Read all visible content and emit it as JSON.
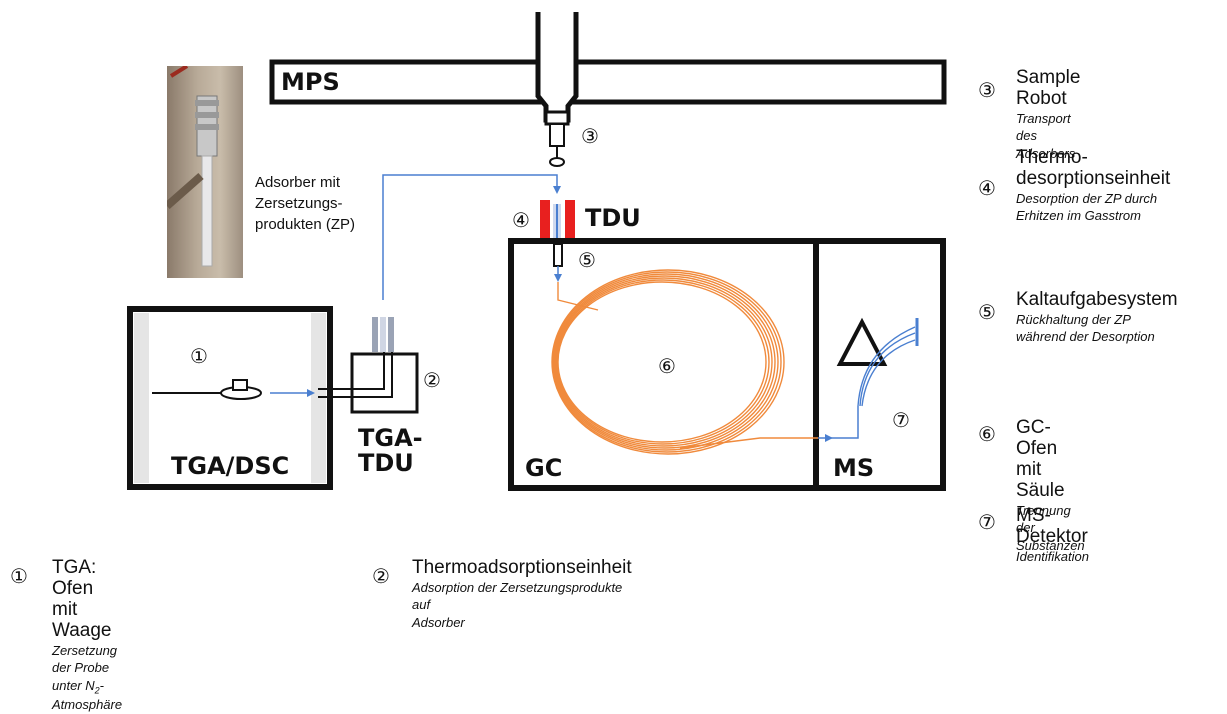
{
  "components": {
    "mps": "MPS",
    "tdu": "TDU",
    "gc": "GC",
    "ms": "MS",
    "tga_dsc": "TGA/DSC",
    "tga_tdu": "TGA-\nTDU"
  },
  "caption": {
    "line1": "Adsorber mit",
    "line2": "Zersetzungs-",
    "line3": "produkten (ZP)"
  },
  "markers": {
    "m1": "①",
    "m2": "②",
    "m3": "③",
    "m4": "④",
    "m5": "⑤",
    "m6": "⑥",
    "m7": "⑦"
  },
  "legend": [
    {
      "num": "③",
      "title": "Sample Robot",
      "sub": "Transport des Adsorbers"
    },
    {
      "num": "④",
      "title_1": "Thermo-",
      "title_2": "desorptionseinheit",
      "sub_1": "Desorption der ZP durch",
      "sub_2": "Erhitzen im Gasstrom"
    },
    {
      "num": "⑤",
      "title": "Kaltaufgabesystem",
      "sub_1": "Rückhaltung der ZP",
      "sub_2": "während der Desorption"
    },
    {
      "num": "⑥",
      "title": "GC-Ofen mit Säule",
      "sub": "Trennung der Substanzen"
    },
    {
      "num": "⑦",
      "title": "MS-Detektor",
      "sub": "Identifikation"
    },
    {
      "num": "①",
      "title": "TGA: Ofen mit Waage",
      "sub_1a": "Zersetzung der Probe unter N",
      "sub_1b": "2",
      "sub_1c": "-",
      "sub_2": "Atmosphäre"
    },
    {
      "num": "②",
      "title": "Thermoadsorptionseinheit",
      "sub_1": "Adsorption der Zersetzungsprodukte auf",
      "sub_2": "Adsorber"
    }
  ],
  "colors": {
    "line": "#111111",
    "flow": "#4a7fd0",
    "column": "#f08a3c",
    "heater": "#e8201f",
    "adsorber": "#a8b4cf"
  }
}
